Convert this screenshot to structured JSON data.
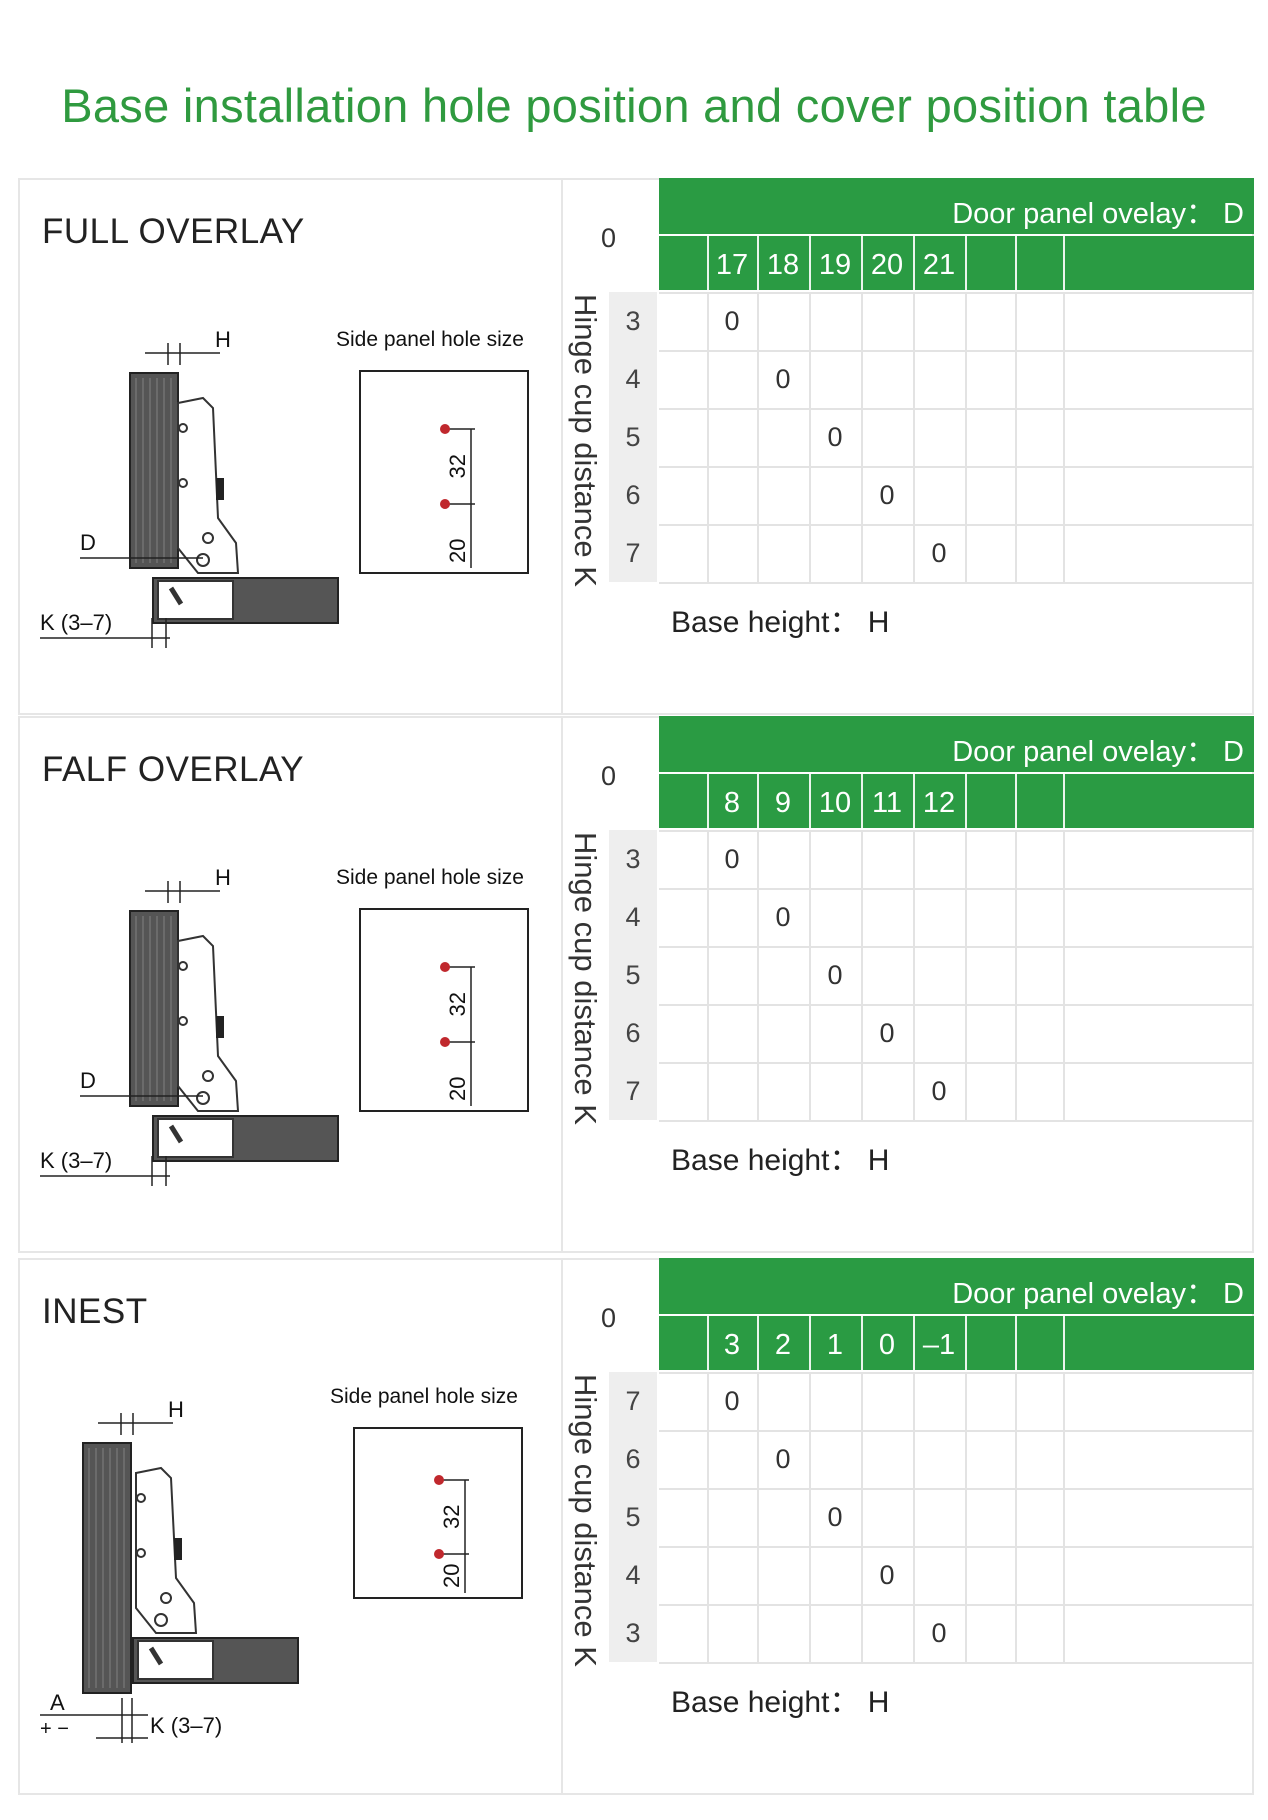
{
  "title": "Base installation hole position and cover position table",
  "colors": {
    "green": "#2a9b43",
    "title_green": "#2f9a3f",
    "grey": "#eeeeee"
  },
  "sections": [
    {
      "name": "FULL OVERLAY",
      "corner": "0",
      "door_header": "Door panel ovelay： D",
      "columns": [
        "17",
        "18",
        "19",
        "20",
        "21"
      ],
      "row_label": "Hinge cup distance K",
      "rows": [
        "3",
        "4",
        "5",
        "6",
        "7"
      ],
      "cells": [
        "0",
        "0",
        "0",
        "0",
        "0"
      ],
      "base_height": "Base height： H",
      "diagram": {
        "side_label": "Side panel hole size",
        "dim_a": "32",
        "dim_b": "20",
        "h": "H",
        "d": "D",
        "k": "K (3–7)"
      }
    },
    {
      "name": "FALF OVERLAY",
      "corner": "0",
      "door_header": "Door panel ovelay： D",
      "columns": [
        "8",
        "9",
        "10",
        "11",
        "12"
      ],
      "row_label": "Hinge cup distance K",
      "rows": [
        "3",
        "4",
        "5",
        "6",
        "7"
      ],
      "cells": [
        "0",
        "0",
        "0",
        "0",
        "0"
      ],
      "base_height": "Base height： H",
      "diagram": {
        "side_label": "Side panel hole size",
        "dim_a": "32",
        "dim_b": "20",
        "h": "H",
        "d": "D",
        "k": "K (3–7)"
      }
    },
    {
      "name": "INEST",
      "corner": "0",
      "door_header": "Door panel ovelay： D",
      "columns": [
        "3",
        "2",
        "1",
        "0",
        "–1"
      ],
      "row_label": "Hinge cup distance K",
      "rows": [
        "7",
        "6",
        "5",
        "4",
        "3"
      ],
      "cells": [
        "0",
        "0",
        "0",
        "0",
        "0"
      ],
      "base_height": "Base height： H",
      "diagram": {
        "side_label": "Side panel hole size",
        "dim_a": "32",
        "dim_b": "20",
        "h": "H",
        "a": "A",
        "pm": "+ −",
        "k": "K (3–7)"
      }
    }
  ]
}
